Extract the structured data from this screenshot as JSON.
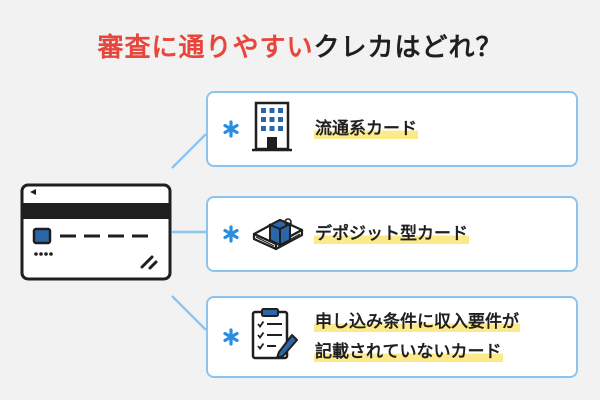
{
  "title": {
    "highlight": "審査に通りやすい",
    "rest": "クレカはどれ？"
  },
  "options": [
    {
      "lines": [
        "流通系カード"
      ],
      "icon": "office-building-icon"
    },
    {
      "lines": [
        "デポジット型カード"
      ],
      "icon": "cash-bundle-icon"
    },
    {
      "lines": [
        "申し込み条件に収入要件が",
        "記載されていないカード"
      ],
      "icon": "clipboard-checklist-pen-icon"
    }
  ],
  "colors": {
    "title_accent": "#e8453c",
    "box_border": "#8cc4f0",
    "asterisk": "#2a8ee0",
    "highlight": "#fbe98a",
    "icon_blue": "#2b66a8"
  },
  "card_icon": "credit-card-icon"
}
